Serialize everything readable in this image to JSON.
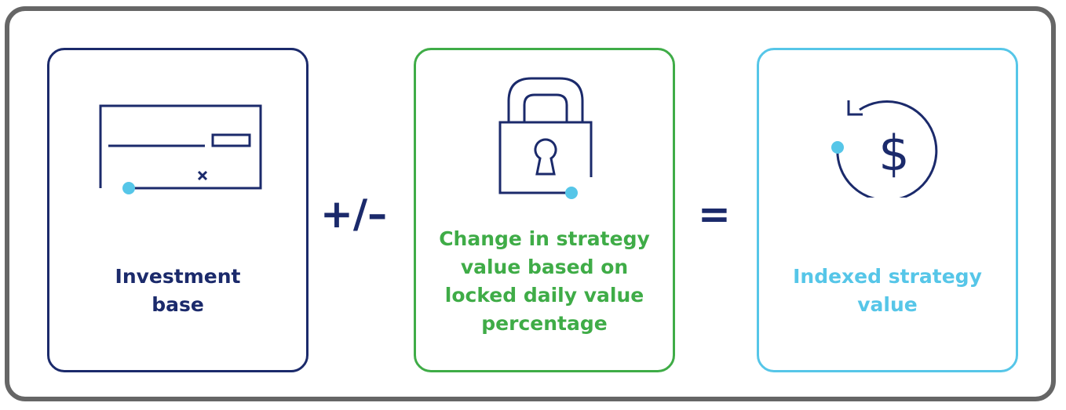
{
  "diagram": {
    "cards": [
      {
        "id": "investment-base",
        "label": "Investment base",
        "icon": "check-icon"
      },
      {
        "id": "change-in-strategy",
        "label": "Change in strategy value based on locked daily value percentage",
        "icon": "lock-icon"
      },
      {
        "id": "indexed-strategy",
        "label": "Indexed strategy value",
        "icon": "dollar-cycle-icon"
      }
    ],
    "operators": {
      "plus_minus": "+/–",
      "equals": "="
    }
  },
  "colors": {
    "navy": "#1b2a6b",
    "green": "#3fac47",
    "light_blue": "#56c6e8",
    "frame_gray": "#666666"
  }
}
